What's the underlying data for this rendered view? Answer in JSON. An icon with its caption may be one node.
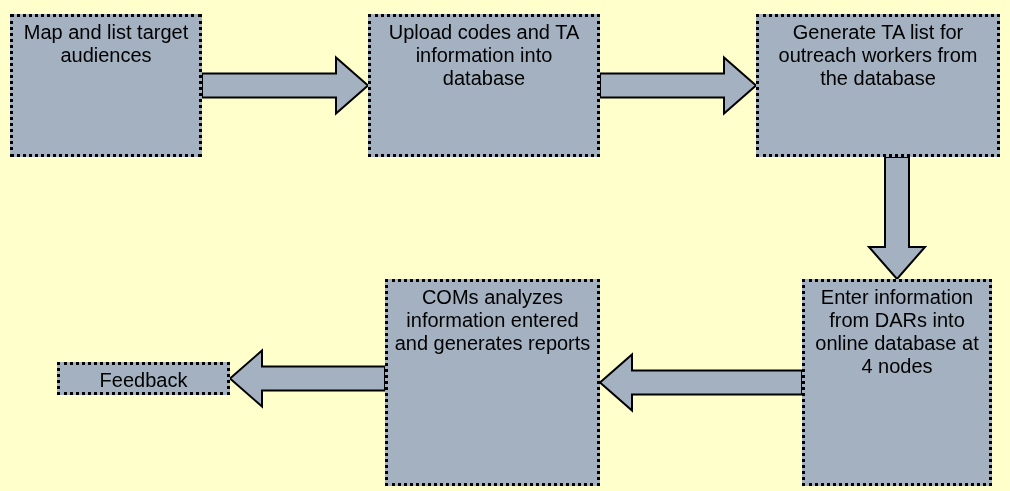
{
  "diagram": {
    "nodes": [
      {
        "text": [
          "Map and list target audiences"
        ]
      },
      {
        "text": [
          "Upload codes and TA information into database"
        ]
      },
      {
        "text": [
          "Generate TA list for outreach workers from the database"
        ]
      },
      {
        "text": [
          "Enter information from DARs into online database at 4 nodes"
        ]
      },
      {
        "text": [
          "COMs analyzes information entered and generates reports"
        ]
      },
      {
        "text": [
          "Feedback"
        ]
      }
    ],
    "edges": [
      {
        "from": 0,
        "to": 1,
        "arrow": "to"
      },
      {
        "from": 1,
        "to": 2,
        "arrow": "to"
      },
      {
        "from": 2,
        "to": 3,
        "arrow": "to"
      },
      {
        "from": 3,
        "to": 4,
        "arrow": "to"
      },
      {
        "from": 4,
        "to": 5,
        "arrow": "to"
      }
    ]
  }
}
